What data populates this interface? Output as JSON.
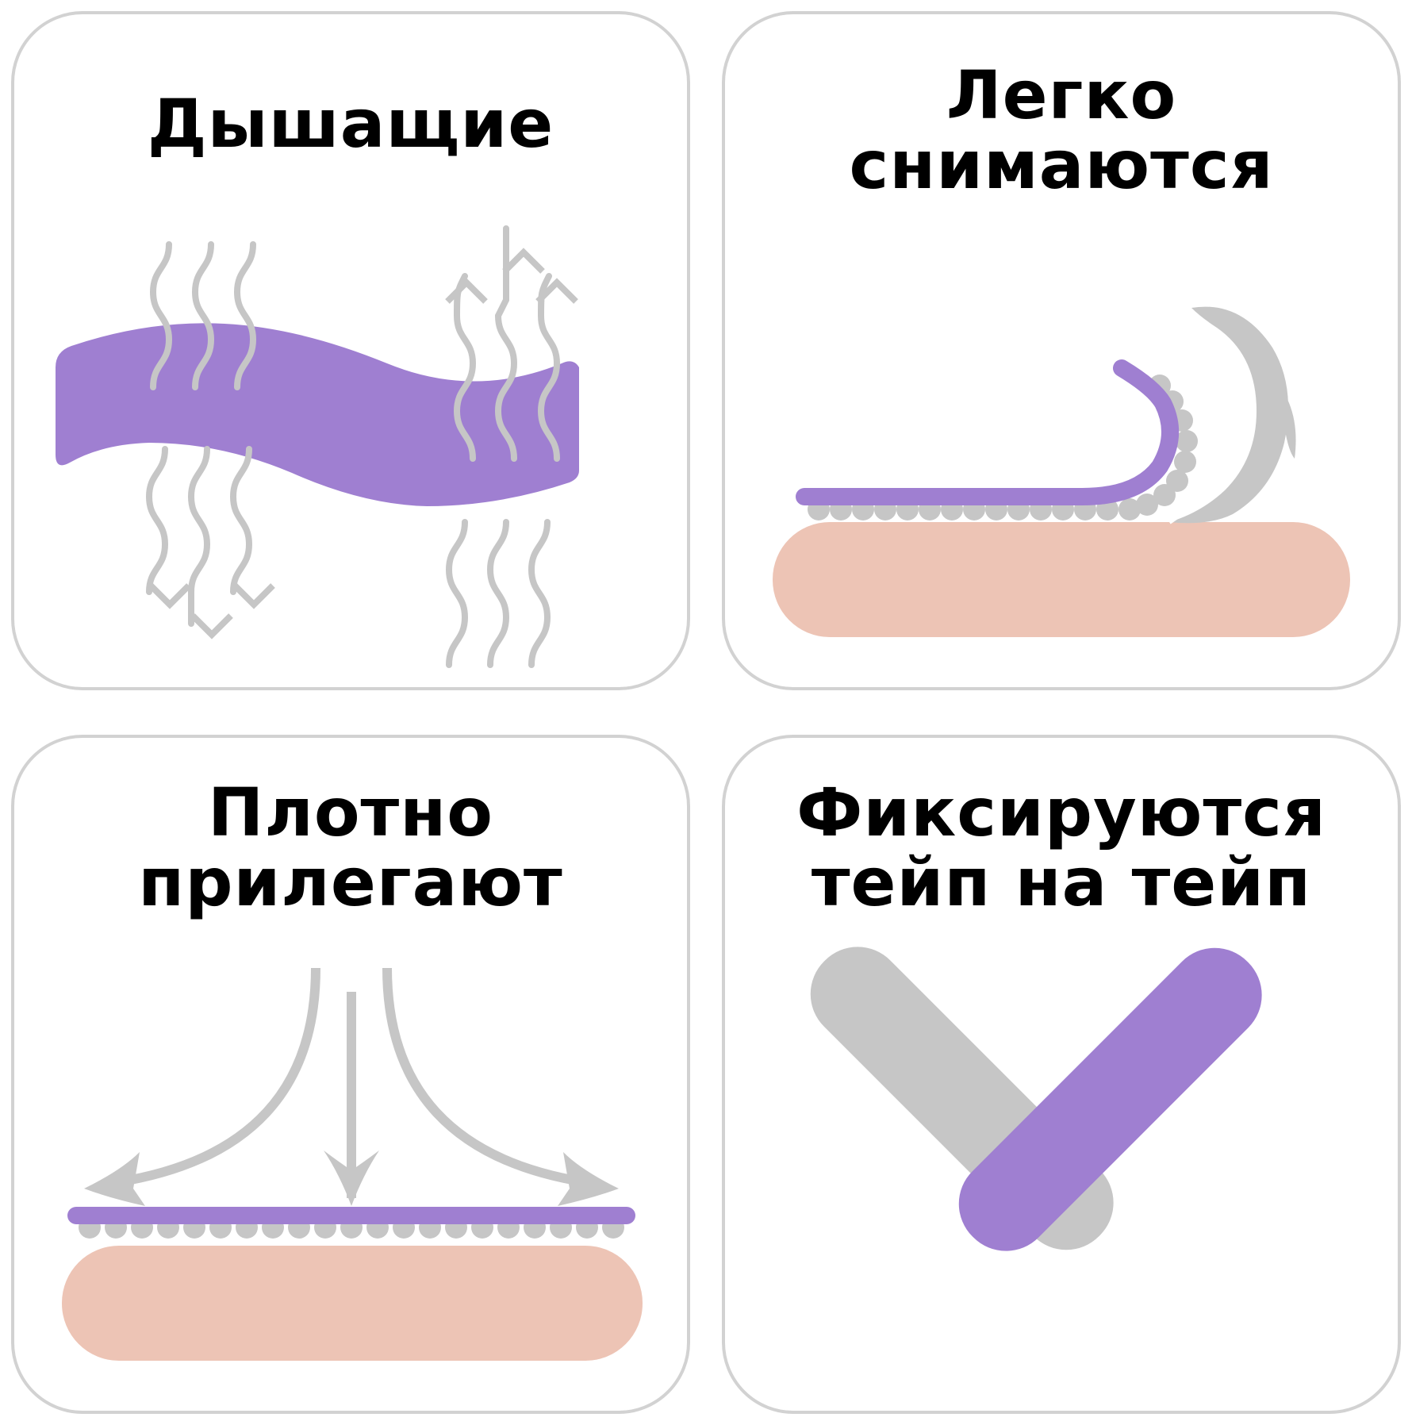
{
  "colors": {
    "tape": "#9f7fd1",
    "skin": "#edc4b5",
    "gray": "#c6c6c6",
    "border": "#d2d2d2",
    "text": "#000000"
  },
  "cards": [
    {
      "id": "breathable",
      "lines": [
        "Дышащие"
      ],
      "icon": "breathable-tape-icon"
    },
    {
      "id": "easy-remove",
      "lines": [
        "Легко",
        "снимаются"
      ],
      "icon": "peeling-tape-icon"
    },
    {
      "id": "tight-fit",
      "lines": [
        "Плотно",
        "прилегают"
      ],
      "icon": "pressed-tape-icon"
    },
    {
      "id": "overlap",
      "lines": [
        "Фиксируются",
        "тейп на тейп"
      ],
      "icon": "crossed-tapes-icon"
    }
  ]
}
